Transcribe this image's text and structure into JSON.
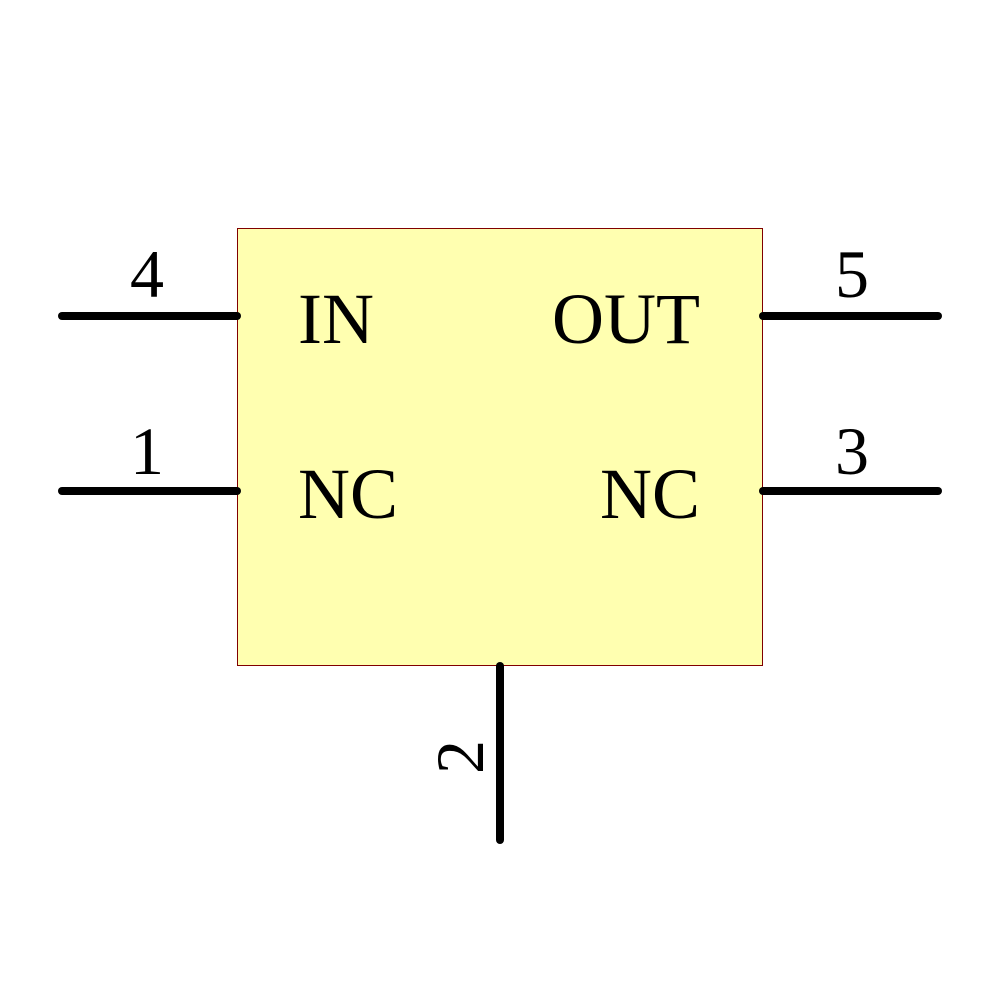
{
  "component": {
    "body_fill": "#FFFFB0",
    "body_stroke": "#800000",
    "pin_color": "#000000"
  },
  "pins": [
    {
      "number": "4",
      "name": "IN",
      "side": "left"
    },
    {
      "number": "1",
      "name": "NC",
      "side": "left"
    },
    {
      "number": "5",
      "name": "OUT",
      "side": "right"
    },
    {
      "number": "3",
      "name": "NC",
      "side": "right"
    },
    {
      "number": "2",
      "name": "",
      "side": "bottom"
    }
  ]
}
